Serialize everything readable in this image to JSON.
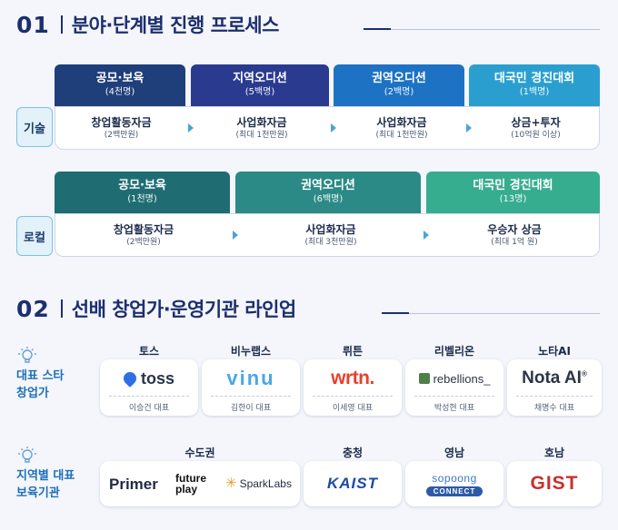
{
  "section1": {
    "num": "01",
    "title": "분야·단계별 진행 프로세스"
  },
  "tech": {
    "label": "기술",
    "stages": [
      {
        "title": "공모·보육",
        "sub": "(4천명)",
        "color": "#1f3f7a"
      },
      {
        "title": "지역오디션",
        "sub": "(5백명)",
        "color": "#2a3b8f"
      },
      {
        "title": "권역오디션",
        "sub": "(2백명)",
        "color": "#1e72c4"
      },
      {
        "title": "대국민 경진대회",
        "sub": "(1백명)",
        "color": "#2a9fcf"
      }
    ],
    "rewards": [
      {
        "main": "창업활동자금",
        "sub": "(2백만원)"
      },
      {
        "main": "사업화자금",
        "sub": "(최대 1천만원)"
      },
      {
        "main": "사업화자금",
        "sub": "(최대 1천만원)"
      },
      {
        "main": "상금+투자",
        "sub": "(10억원 이상)"
      }
    ]
  },
  "local": {
    "label": "로컬",
    "stages": [
      {
        "title": "공모·보육",
        "sub": "(1천명)",
        "color": "#1f6d73"
      },
      {
        "title": "권역오디션",
        "sub": "(6백명)",
        "color": "#2b8a86"
      },
      {
        "title": "대국민 경진대회",
        "sub": "(13명)",
        "color": "#36ad8e"
      }
    ],
    "rewards": [
      {
        "main": "창업활동자금",
        "sub": "(2백만원)"
      },
      {
        "main": "사업화자금",
        "sub": "(최대 3천만원)"
      },
      {
        "main": "우승자 상금",
        "sub": "(최대 1억 원)"
      }
    ]
  },
  "section2": {
    "num": "02",
    "title": "선배 창업가·운영기관 라인업"
  },
  "founders": {
    "label_line1": "대표 스타",
    "label_line2": "창업가",
    "items": [
      {
        "name": "토스",
        "logo": "toss",
        "ceo": "이승건 대표"
      },
      {
        "name": "비누랩스",
        "logo": "vinu",
        "ceo": "김한이 대표"
      },
      {
        "name": "뤼튼",
        "logo": "wrtn.",
        "ceo": "이세영 대표"
      },
      {
        "name": "리벨리온",
        "logo": "rebellions_",
        "ceo": "박성현 대표"
      },
      {
        "name": "노타AI",
        "logo": "Nota AI",
        "ceo": "채명수 대표"
      }
    ]
  },
  "operators": {
    "label_line1": "지역별 대표",
    "label_line2": "보육기관",
    "capital": {
      "name": "수도권",
      "logos": [
        "Primer",
        "future",
        "play",
        "SparkLabs"
      ]
    },
    "items": [
      {
        "name": "충청",
        "logo": "KAIST"
      },
      {
        "name": "영남",
        "logo_top": "sopoong",
        "logo_badge": "CONNECT"
      },
      {
        "name": "호남",
        "logo": "GIST"
      }
    ]
  }
}
